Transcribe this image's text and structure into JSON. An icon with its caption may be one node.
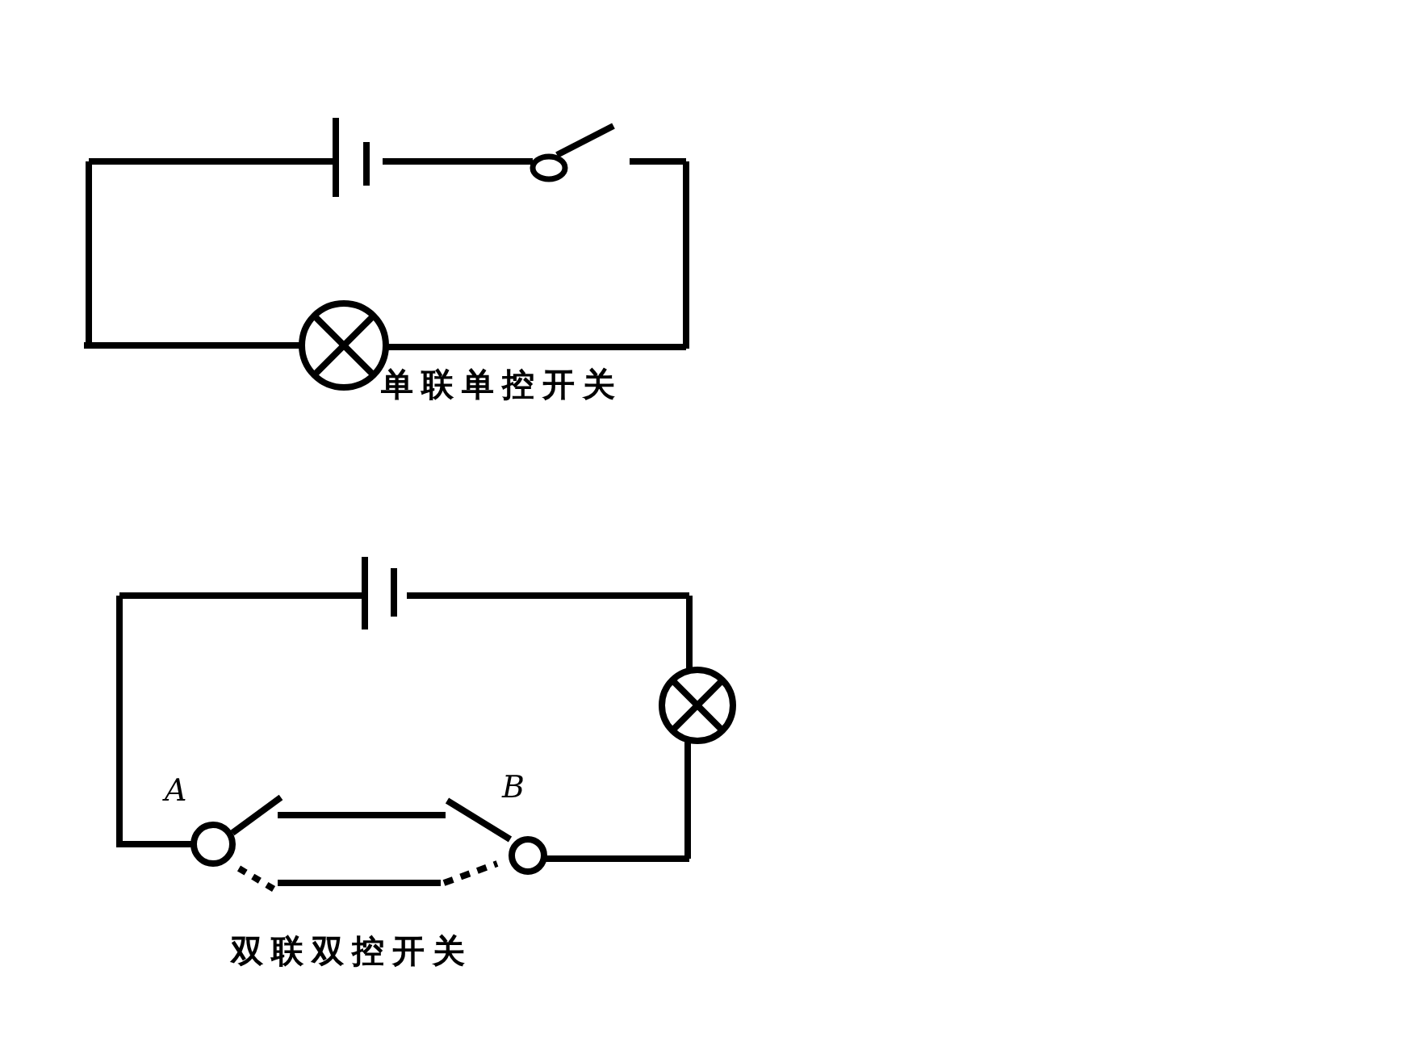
{
  "diagram": {
    "labels": [
      "单联单控开关",
      "A",
      "B",
      "双联双控开关"
    ]
  }
}
